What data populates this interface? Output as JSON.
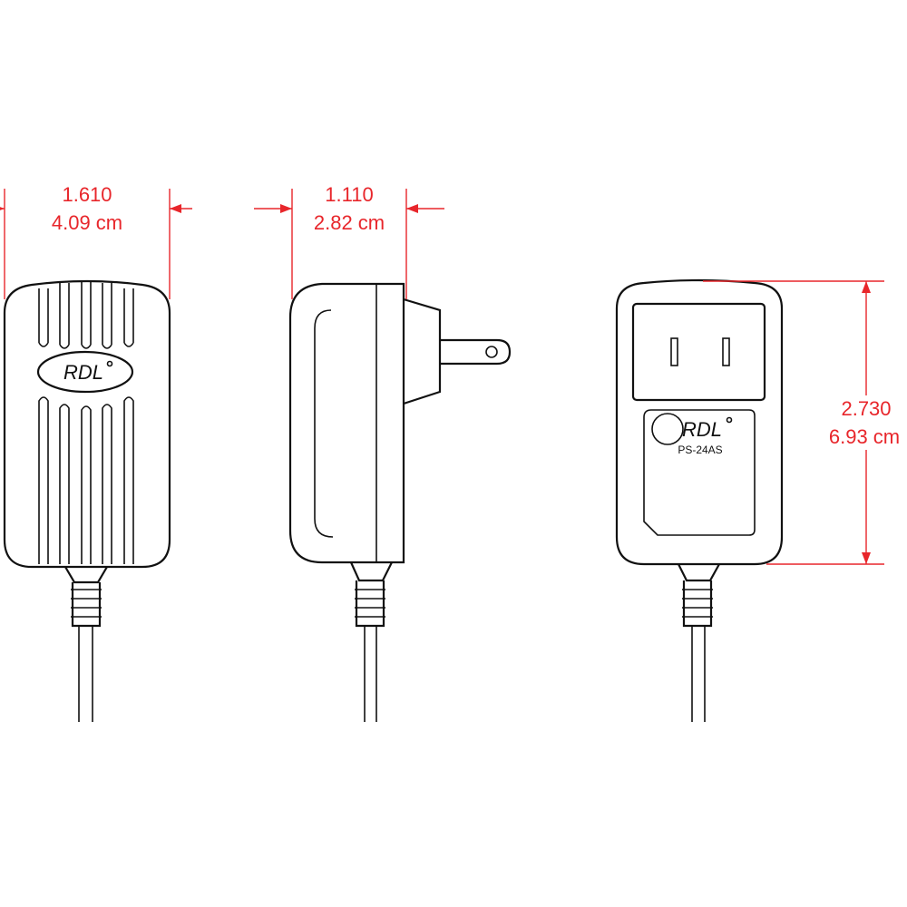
{
  "dimensions": {
    "width": {
      "inches": "1.610",
      "cm": "4.09 cm"
    },
    "depth": {
      "inches": "1.110",
      "cm": "2.82 cm"
    },
    "height": {
      "inches": "2.730",
      "cm": "6.93 cm"
    }
  },
  "product": {
    "brand": "RDL",
    "model": "PS-24AS"
  },
  "colors": {
    "dimension": "#e8262b",
    "outline": "#111111"
  }
}
